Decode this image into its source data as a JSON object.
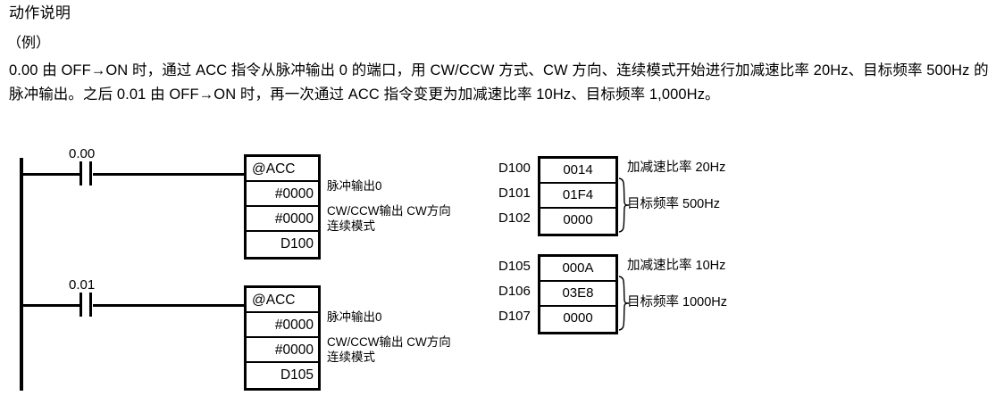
{
  "document": {
    "heading": "动作说明",
    "example_label": "（例）",
    "body_text": "0.00 由 OFF→ON 时，通过 ACC 指令从脉冲输出 0 的端口，用 CW/CCW 方式、CW 方向、连续模式开始进行加减速比率 20Hz、目标频率 500Hz 的脉冲输出。之后 0.01 由 OFF→ON 时，再一次通过 ACC 指令变更为加减速比率 10Hz、目标频率 1,000Hz。"
  },
  "ladder": {
    "rungs": [
      {
        "contact_label": "0.00",
        "instruction": {
          "operator": "@ACC",
          "operands": [
            "#0000",
            "#0000",
            "D100"
          ]
        },
        "notes": {
          "line1": "脉冲输出0",
          "line2": "CW/CCW输出 CW方向",
          "line3": "连续模式"
        }
      },
      {
        "contact_label": "0.01",
        "instruction": {
          "operator": "@ACC",
          "operands": [
            "#0000",
            "#0000",
            "D105"
          ]
        },
        "notes": {
          "line1": "脉冲输出0",
          "line2": "CW/CCW输出 CW方向",
          "line3": "连续模式"
        }
      }
    ]
  },
  "memory": {
    "tables": [
      {
        "addresses": [
          "D100",
          "D101",
          "D102"
        ],
        "values": [
          "0014",
          "01F4",
          "0000"
        ],
        "note_top": "加减速比率 20Hz",
        "note_group": "目标频率 500Hz"
      },
      {
        "addresses": [
          "D105",
          "D106",
          "D107"
        ],
        "values": [
          "000A",
          "03E8",
          "0000"
        ],
        "note_top": "加减速比率 10Hz",
        "note_group": "目标频率 1000Hz"
      }
    ]
  },
  "colors": {
    "ink": "#000000",
    "paper": "#ffffff"
  }
}
